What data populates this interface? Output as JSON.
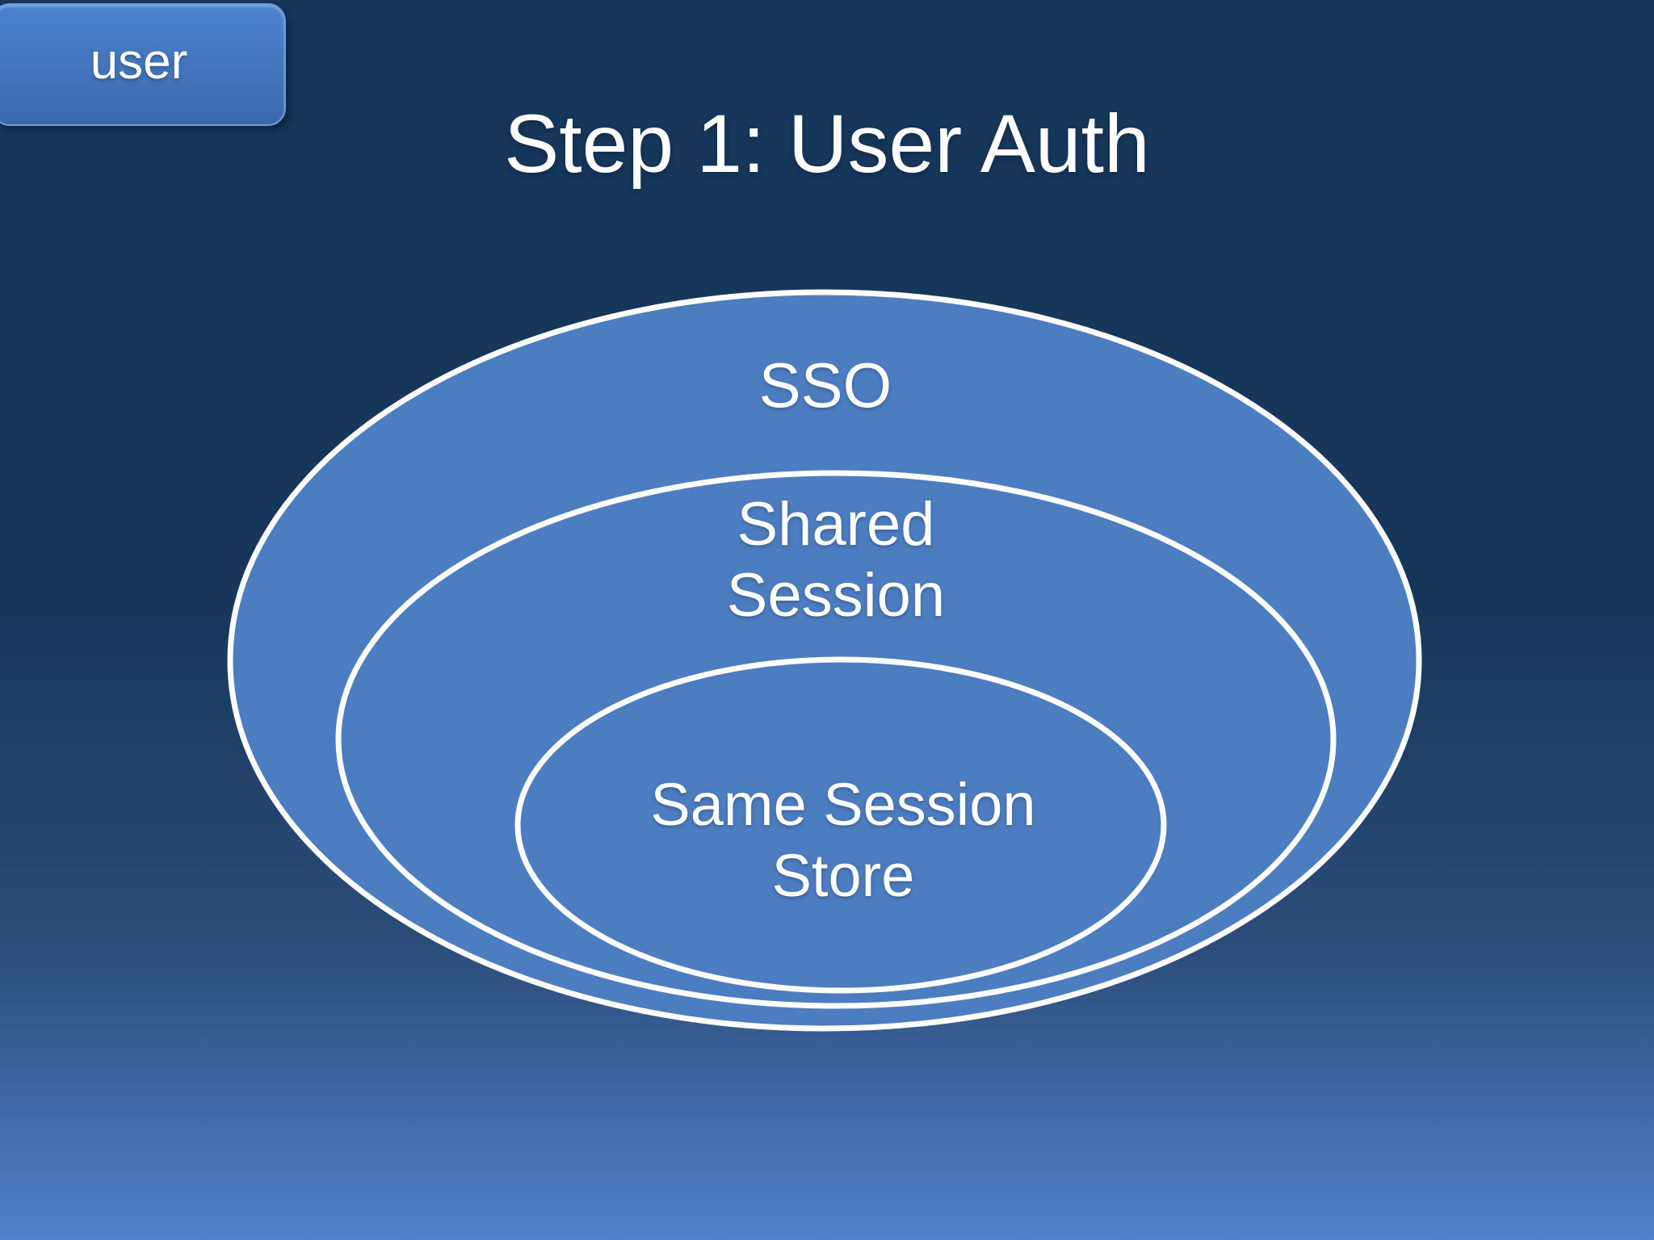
{
  "slide": {
    "badge": {
      "label": "user"
    },
    "title": "Step 1: User Auth"
  },
  "diagram": {
    "type": "stacked-venn",
    "levels": [
      {
        "label": "SSO"
      },
      {
        "label": "Shared Session"
      },
      {
        "label": "Same Session Store"
      }
    ]
  },
  "colors": {
    "background_top": "#16365a",
    "background_bottom": "#5081c9",
    "ellipse_fill": "#4d7dc1",
    "ellipse_stroke": "#ffffff",
    "badge_gradient_top": "#4c83ce",
    "badge_gradient_bottom": "#3a68ab",
    "text": "#ffffff"
  }
}
